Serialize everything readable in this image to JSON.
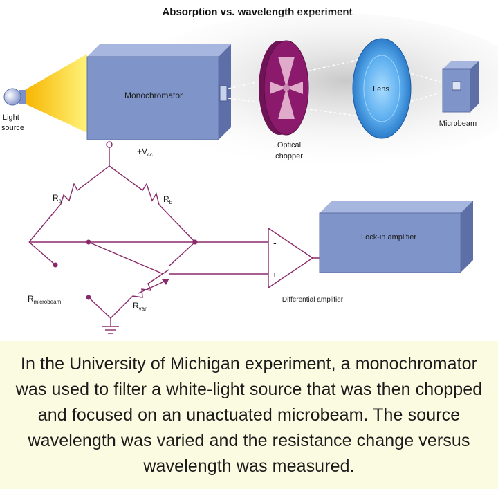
{
  "title": "Absorption vs. wavelength experiment",
  "labels": {
    "light_source_line1": "Light",
    "light_source_line2": "source",
    "monochromator": "Monochromator",
    "optical_chopper_line1": "Optical",
    "optical_chopper_line2": "chopper",
    "lens": "Lens",
    "microbeam": "Microbeam",
    "vcc": "+V",
    "vcc_sub": "cc",
    "ra": "R",
    "ra_sub": "a",
    "rb": "R",
    "rb_sub": "b",
    "rmicrobeam": "R",
    "rmicrobeam_sub": "microbeam",
    "rvar": "R",
    "rvar_sub": "var",
    "minus": "-",
    "plus": "+",
    "differential_amplifier": "Differential amplifier",
    "lockin_amplifier": "Lock-in amplifier"
  },
  "caption": "In the University of Michigan experiment, a monochromator was used to filter a white-light source that was then chopped and focused on an unactuated microbeam. The source wavelength was varied and the resistance change versus wavelength was measured.",
  "colors": {
    "box_face": "#7f94c8",
    "box_top": "#a6b6de",
    "box_side": "#5d6fa6",
    "wire": "#8a2a6a",
    "beam": "#f3c514",
    "chopper": "#8b1a6c",
    "lens": "#3f8fd8",
    "caption_bg": "#fbfbe1"
  }
}
